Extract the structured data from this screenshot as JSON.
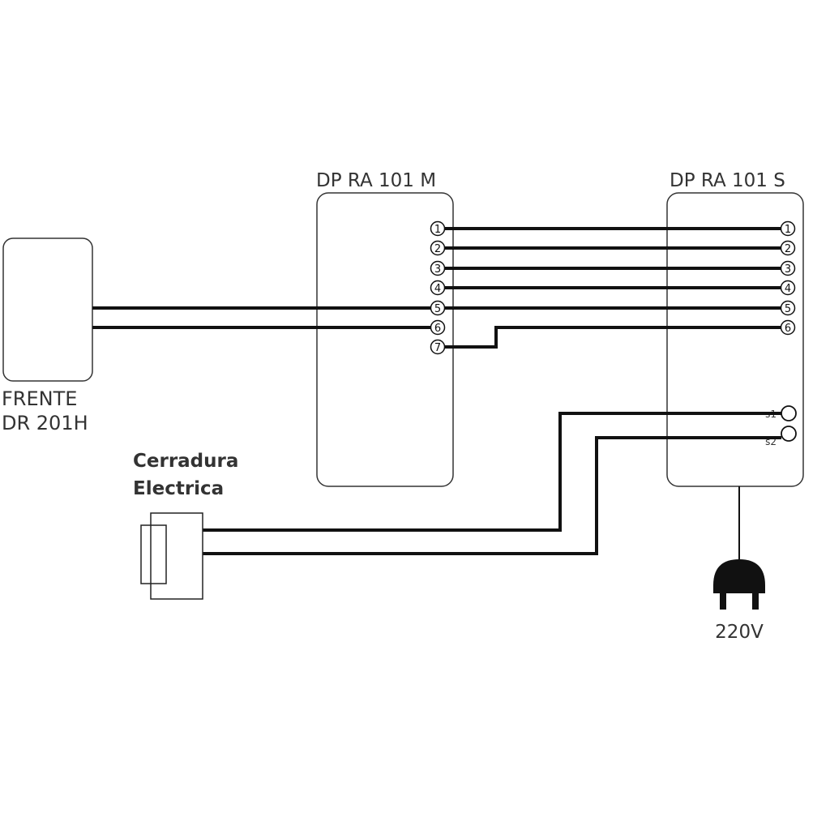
{
  "devices": {
    "frente": {
      "line1": "FRENTE",
      "line2": "DR 201H"
    },
    "master": {
      "label": "DP RA 101 M",
      "terminals": [
        "1",
        "2",
        "3",
        "4",
        "5",
        "6",
        "7"
      ]
    },
    "slave": {
      "label": "DP RA 101 S",
      "terminals": [
        "1",
        "2",
        "3",
        "4",
        "5",
        "6"
      ],
      "aux": [
        "s1",
        "s2"
      ]
    },
    "lock": {
      "line1": "Cerradura",
      "line2": "Electrica"
    },
    "power": {
      "label": "220V"
    }
  },
  "colors": {
    "wire": "#111111",
    "outline": "#333333"
  }
}
